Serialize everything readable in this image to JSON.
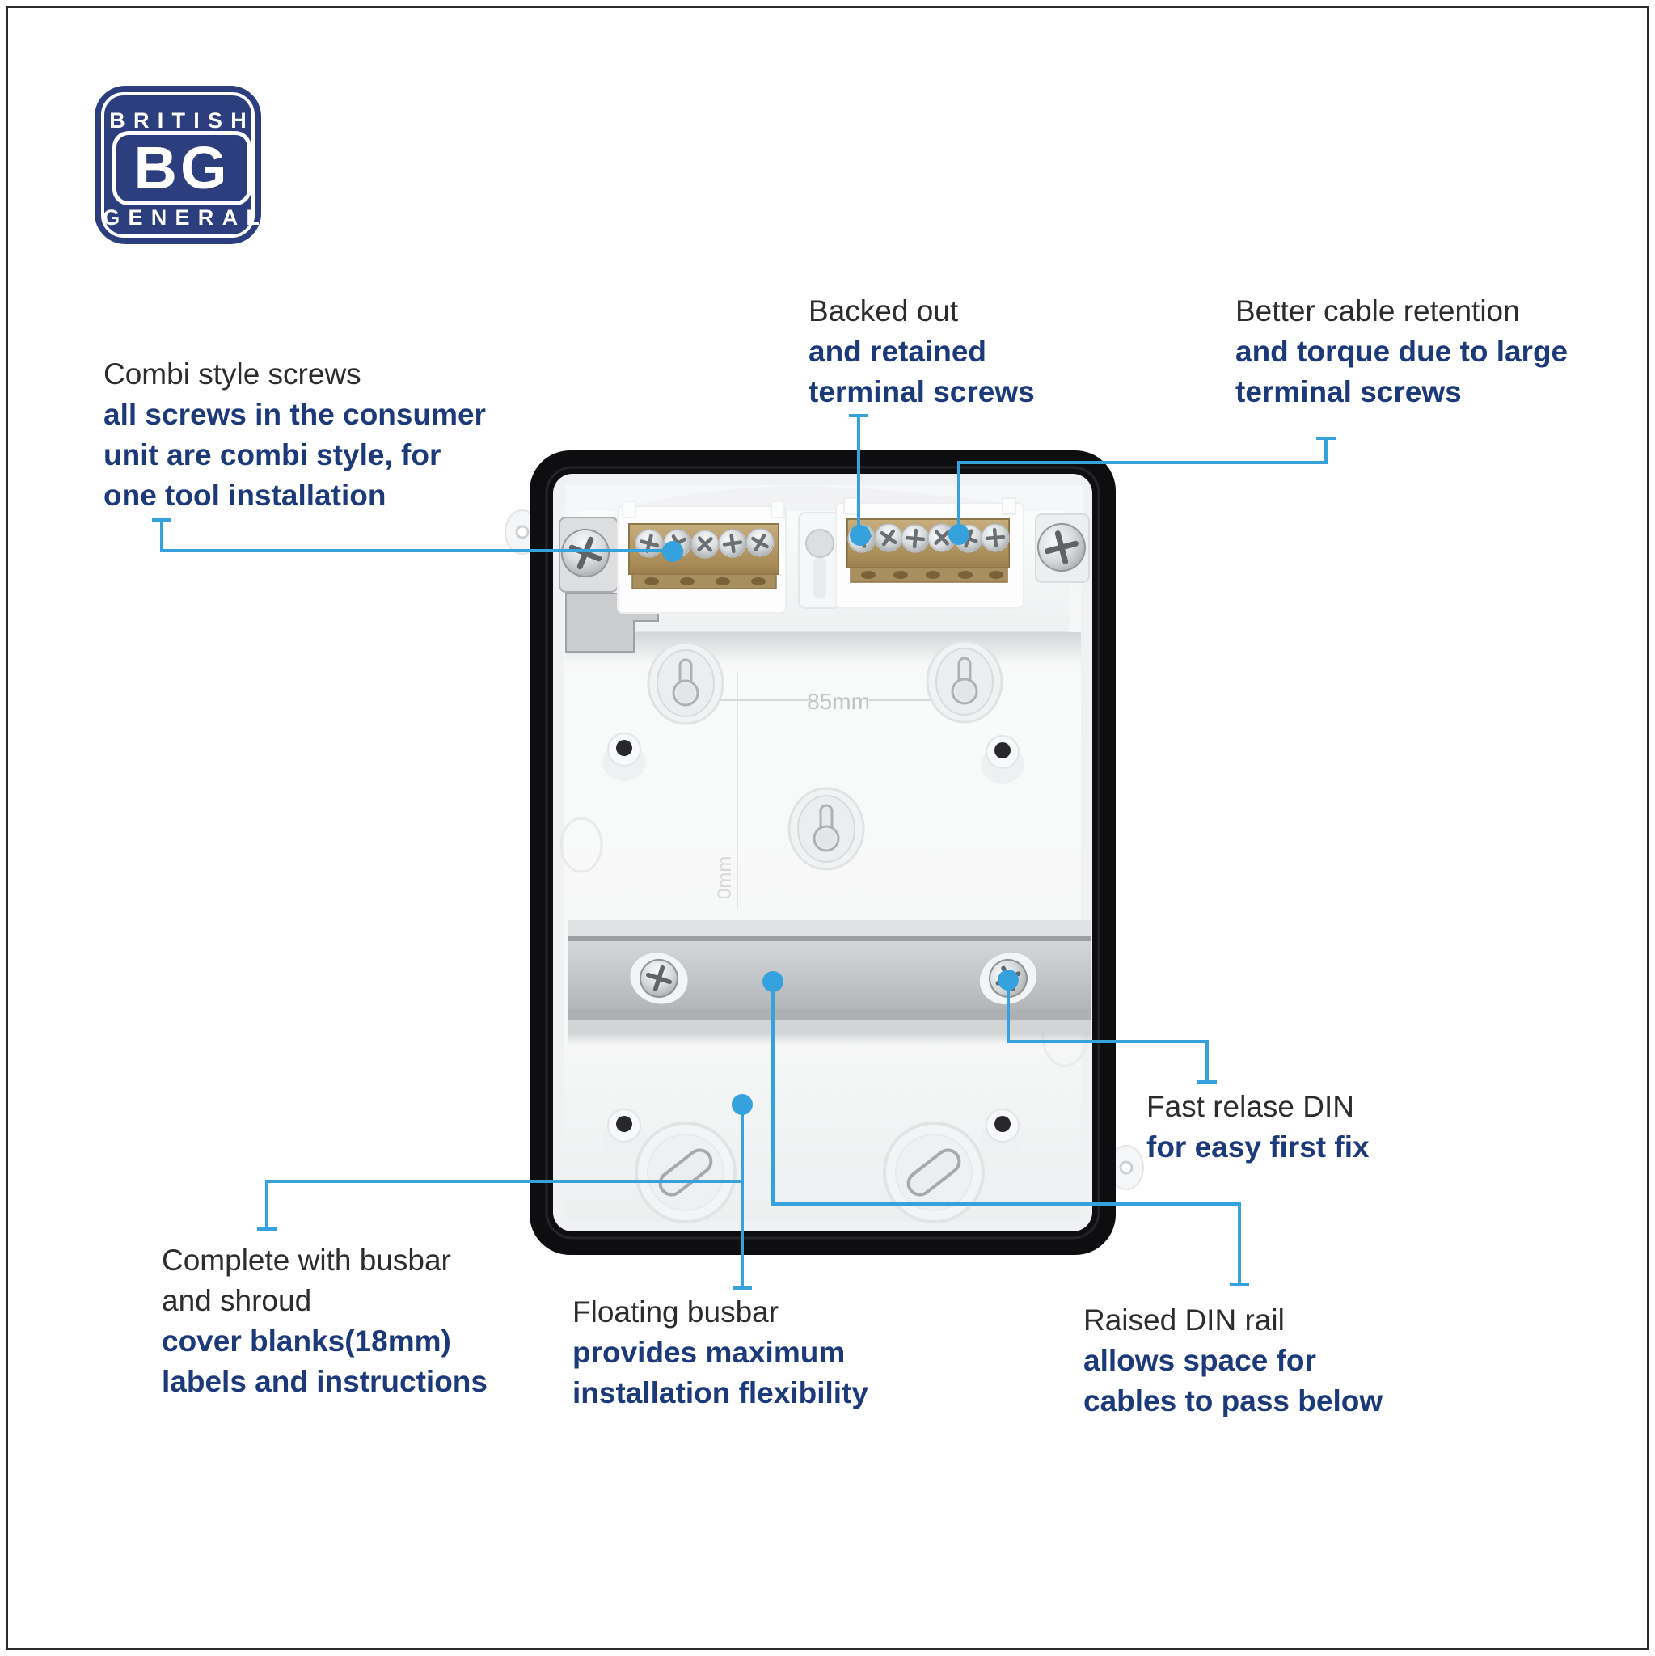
{
  "page": {
    "background": "#ffffff",
    "frame_color": "#2b2b2b"
  },
  "colors": {
    "leader_blue": "#35a2de",
    "heading_dark": "#2c2c2c",
    "emphasis_navy": "#1c3a7a",
    "logo_navy": "#2d3e7e"
  },
  "logo": {
    "top_word": "BRITISH",
    "monogram": "BG",
    "bottom_word": "GENERAL"
  },
  "unit": {
    "dimension_label": "85mm",
    "side_dimension_label": "0mm"
  },
  "callouts": [
    {
      "id": "combi-style-screws",
      "heading_lines": [
        "Combi style screws"
      ],
      "emphasis_lines": [
        "all screws in the consumer",
        "unit are combi style, for",
        "one tool installation"
      ]
    },
    {
      "id": "backed-out-terminal-screws",
      "heading_lines": [
        "Backed out"
      ],
      "emphasis_lines": [
        "and retained",
        "terminal screws"
      ]
    },
    {
      "id": "better-cable-retention",
      "heading_lines": [
        "Better cable retention"
      ],
      "emphasis_lines": [
        "and torque due to large",
        "terminal screws"
      ]
    },
    {
      "id": "fast-release-din",
      "heading_lines": [
        "Fast relase DIN"
      ],
      "emphasis_lines": [
        "for easy first fix"
      ]
    },
    {
      "id": "complete-with-busbar",
      "heading_lines": [
        "Complete with busbar",
        "and shroud"
      ],
      "emphasis_lines": [
        "cover blanks(18mm)",
        "labels and instructions"
      ]
    },
    {
      "id": "floating-busbar",
      "heading_lines": [
        "Floating busbar"
      ],
      "emphasis_lines": [
        "provides maximum",
        "installation flexibility"
      ]
    },
    {
      "id": "raised-din-rail",
      "heading_lines": [
        "Raised DIN rail"
      ],
      "emphasis_lines": [
        "allows space for",
        "cables to pass below"
      ]
    }
  ]
}
